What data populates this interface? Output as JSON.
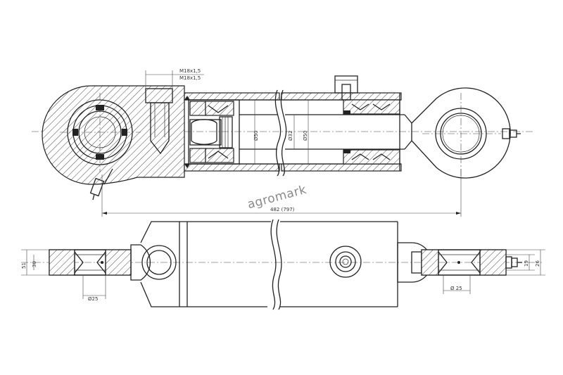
{
  "watermark": "agromark",
  "top_view": {
    "overall_length": "482 (797)",
    "port_note_top": "M18x1,5",
    "port_note_bottom": "M18x1,5",
    "dia_piston_left": "Ø50",
    "dia_piston_mid": "Ø32",
    "dia_rod": "Ø50"
  },
  "bottom_view": {
    "left_height_outer": "51",
    "left_height_inner": "30",
    "left_pin_dia": "Ø25",
    "right_pin_dia": "Ø 25",
    "right_height_inner": "19",
    "right_height_outer": "26"
  }
}
